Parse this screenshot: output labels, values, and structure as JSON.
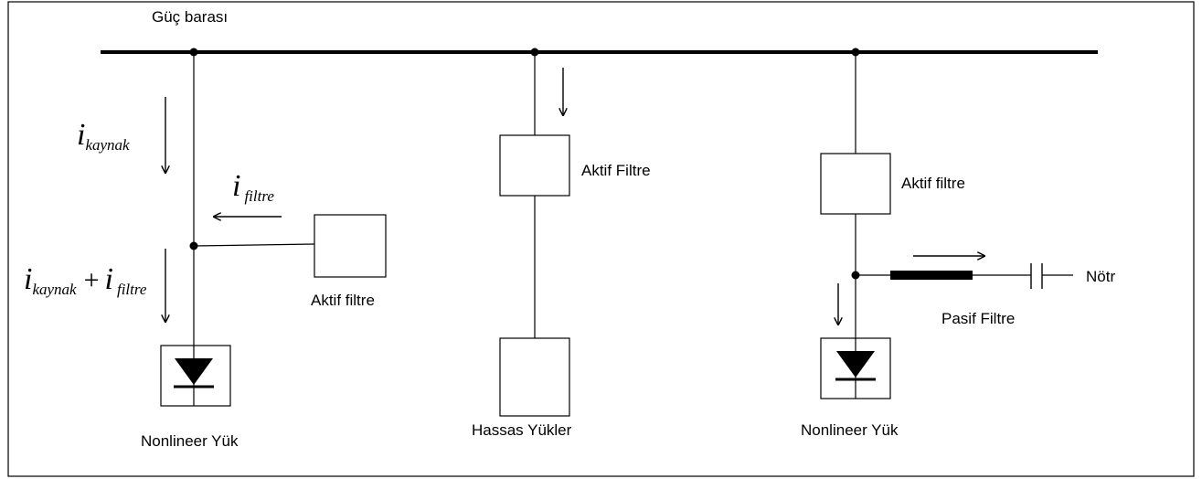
{
  "labels": {
    "power_bus": "Güç barası",
    "active_filter_left": "Aktif filtre",
    "active_filter_mid": "Aktif Filtre",
    "active_filter_right": "Aktif filtre",
    "nonlinear_load_left": "Nonlineer Yük",
    "sensitive_loads": "Hassas Yükler",
    "nonlinear_load_right": "Nonlineer Yük",
    "passive_filter": "Pasif Filtre",
    "neutral": "Nötr"
  },
  "math": {
    "i_source": {
      "base": "i",
      "sub": "kaynak"
    },
    "i_filter": {
      "base": "i",
      "sub": "filtre"
    },
    "i_sum": {
      "base1": "i",
      "sub1": "kaynak",
      "op": "+",
      "base2": "i",
      "sub2": "filtre"
    }
  }
}
